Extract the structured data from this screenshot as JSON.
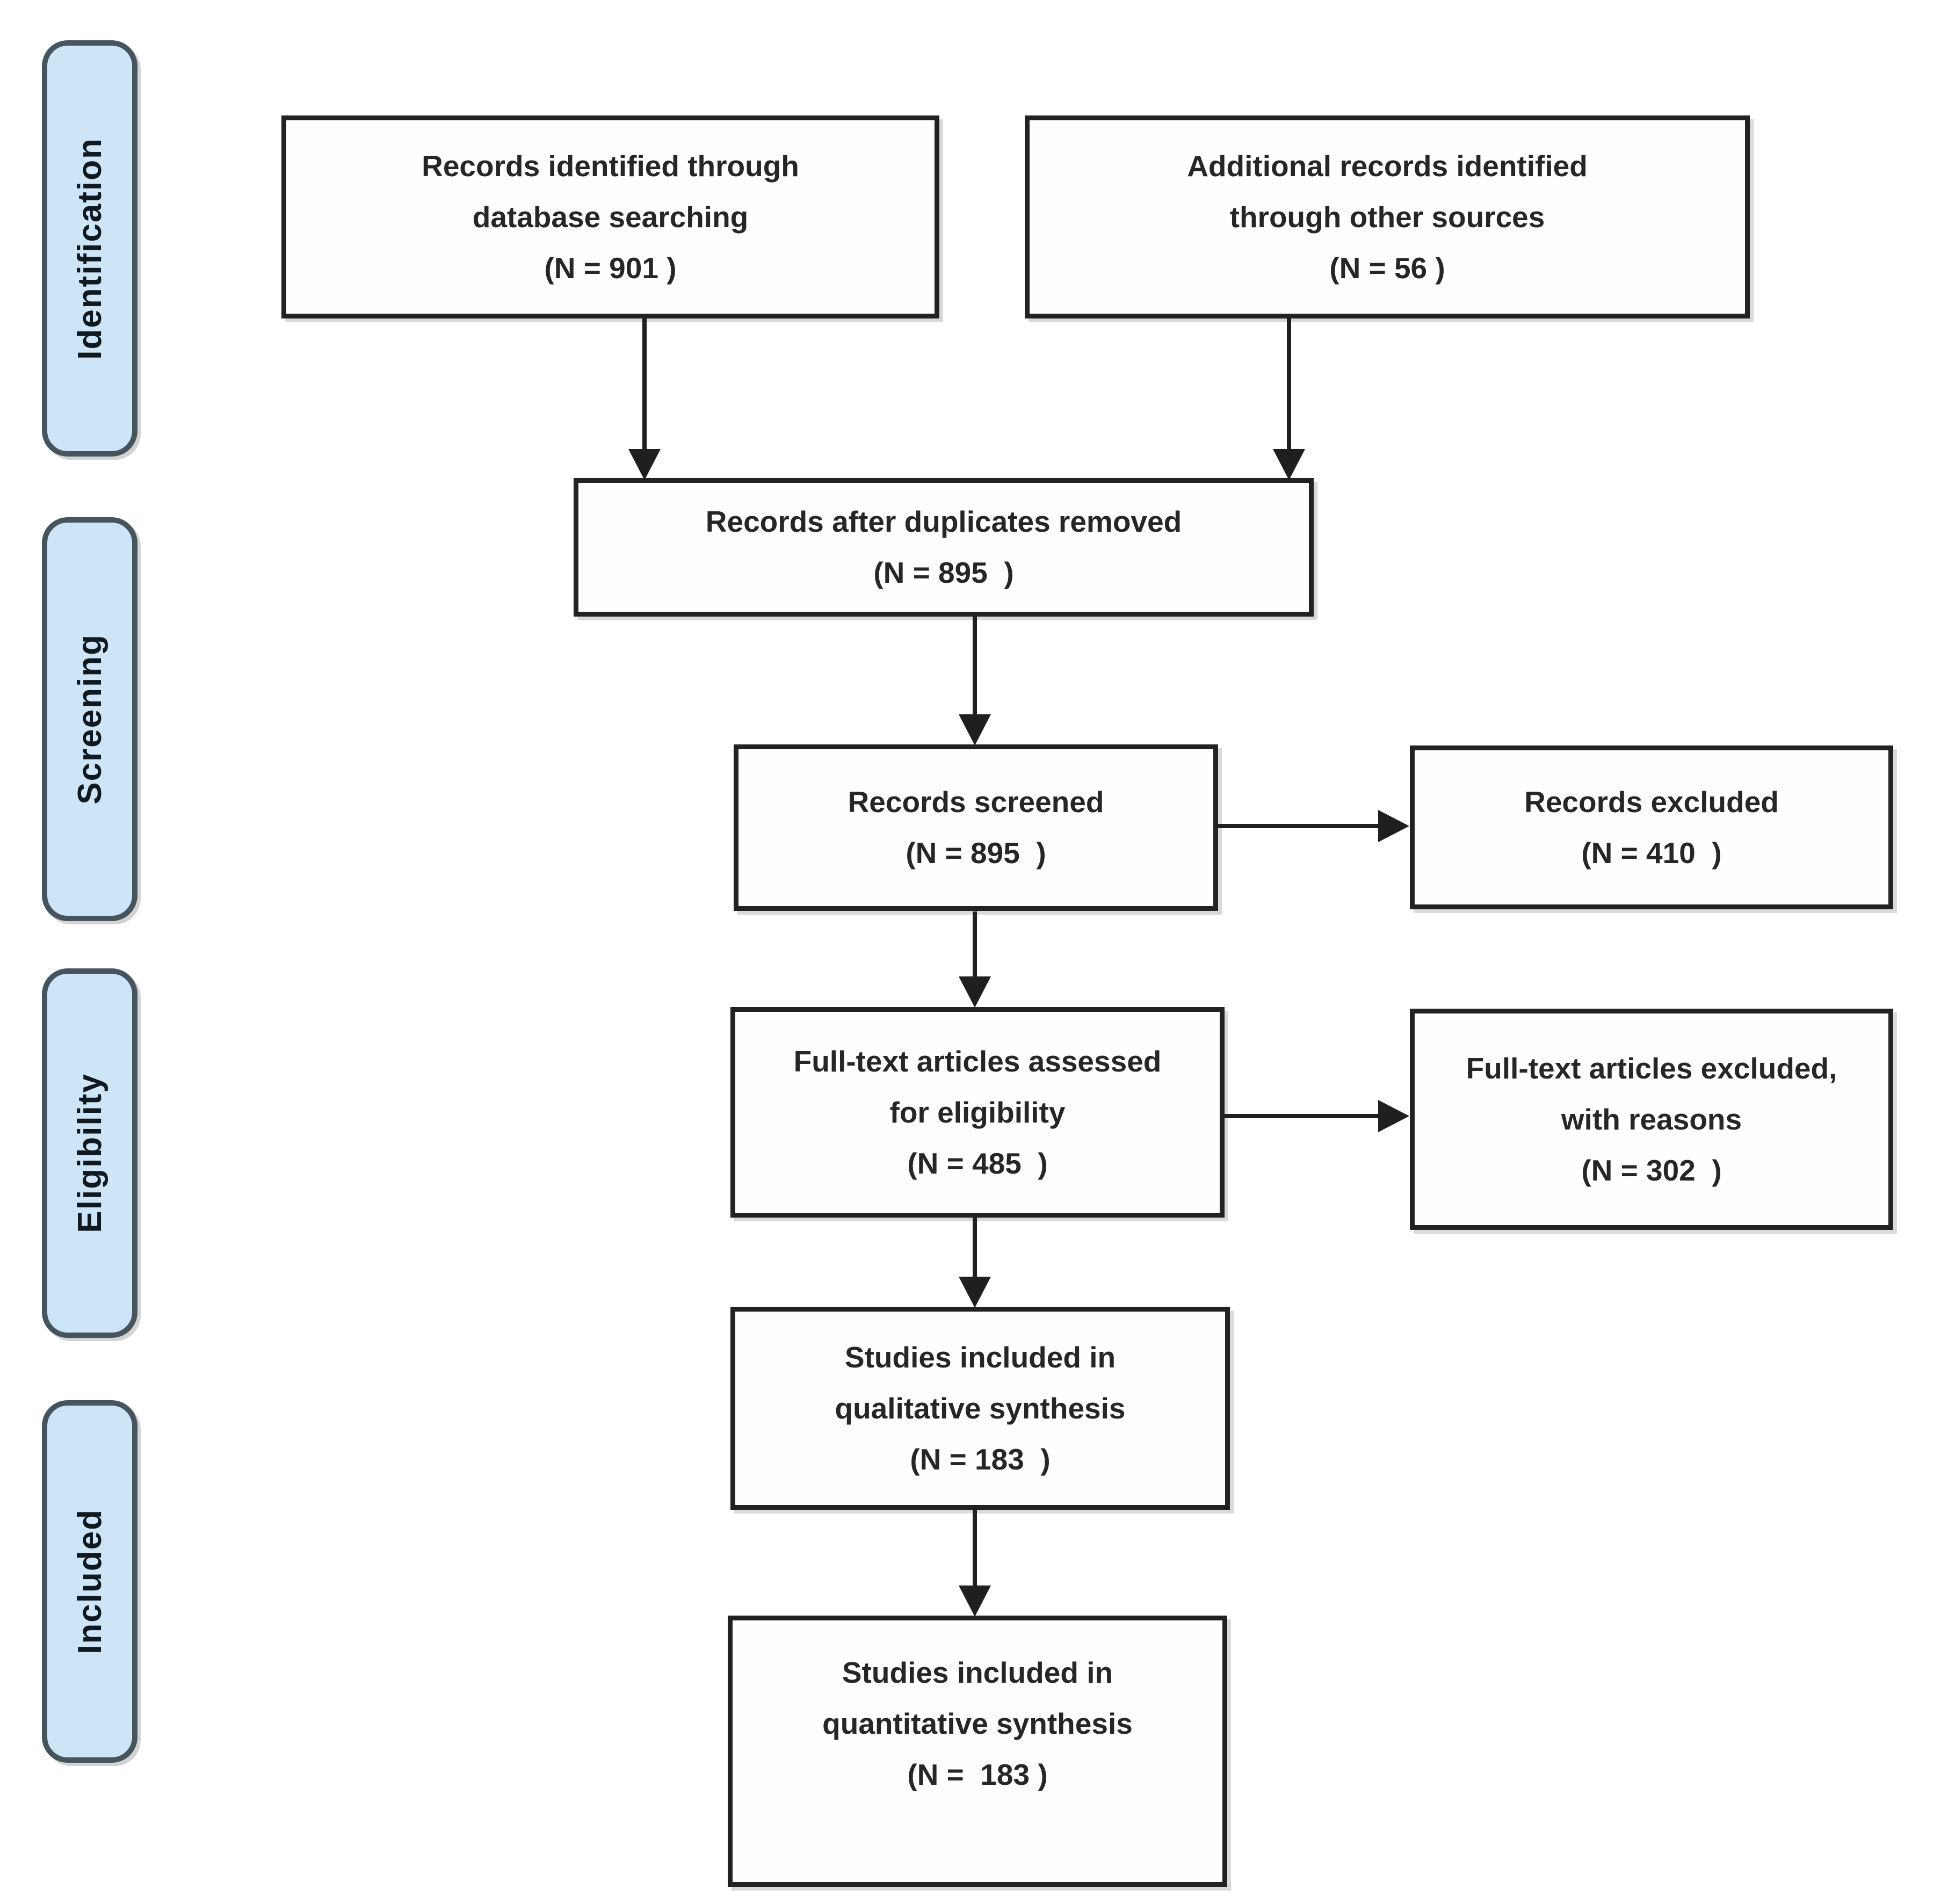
{
  "sidebar": {
    "stages": [
      {
        "id": "identification",
        "label": "Identification"
      },
      {
        "id": "screening",
        "label": "Screening"
      },
      {
        "id": "eligibility",
        "label": "Eligibility"
      },
      {
        "id": "included",
        "label": "Included"
      }
    ]
  },
  "flow": {
    "boxes": [
      {
        "id": "records-identified",
        "label": "Records identified through\ndatabase searching",
        "count": "(N = 901 )",
        "n": 901
      },
      {
        "id": "additional-records",
        "label": "Additional records identified\nthrough other sources",
        "count": "(N = 56 )",
        "n": 56
      },
      {
        "id": "duplicates-removed",
        "label": "Records after duplicates removed",
        "count": "(N = 895  )",
        "n": 895
      },
      {
        "id": "records-screened",
        "label": "Records screened",
        "count": "(N = 895  )",
        "n": 895
      },
      {
        "id": "records-excluded",
        "label": "Records excluded",
        "count": "(N = 410  )",
        "n": 410
      },
      {
        "id": "fulltext-assessed",
        "label": "Full-text articles assessed\nfor eligibility",
        "count": "(N = 485  )",
        "n": 485
      },
      {
        "id": "fulltext-excluded",
        "label": "Full-text articles excluded,\nwith reasons",
        "count": "(N = 302  )",
        "n": 302
      },
      {
        "id": "qualitative-synthesis",
        "label": "Studies included in\nqualitative synthesis",
        "count": "(N = 183  )",
        "n": 183
      },
      {
        "id": "quantitative-synthesis",
        "label": "Studies included in\nquantitative synthesis",
        "count": "(N =  183 )",
        "n": 183
      }
    ]
  },
  "colors": {
    "stage_fill": "#cde5f7",
    "stage_border": "#46545e",
    "box_fill": "#fefefe",
    "box_border": "#222222",
    "arrow": "#1f1f1f",
    "text": "#262626"
  }
}
